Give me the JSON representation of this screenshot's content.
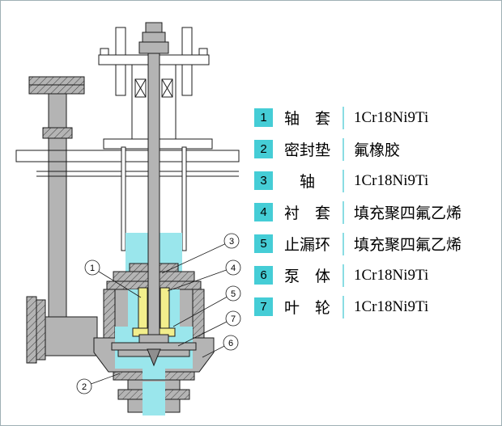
{
  "legend": {
    "items": [
      {
        "num": "1",
        "name": "轴　套",
        "material": "1Cr18Ni9Ti"
      },
      {
        "num": "2",
        "name": "密封垫",
        "material": "氟橡胶"
      },
      {
        "num": "3",
        "name": "　轴　",
        "material": "1Cr18Ni9Ti"
      },
      {
        "num": "4",
        "name": "衬　套",
        "material": "填充聚四氟乙烯"
      },
      {
        "num": "5",
        "name": "止漏环",
        "material": "填充聚四氟乙烯"
      },
      {
        "num": "6",
        "name": "泵　体",
        "material": "1Cr18Ni9Ti"
      },
      {
        "num": "7",
        "name": "叶　轮",
        "material": "1Cr18Ni9Ti"
      }
    ],
    "colors": {
      "number_box": "#45cdd6",
      "divider": "#8adde3",
      "text": "#000000"
    }
  },
  "diagram": {
    "callouts": [
      "1",
      "2",
      "3",
      "4",
      "5",
      "6",
      "7"
    ],
    "colors": {
      "metal": "#b4b4b4",
      "fluid": "#9ae6ec",
      "sleeve": "#f2ee8c",
      "outline": "#1c1c1c"
    }
  }
}
